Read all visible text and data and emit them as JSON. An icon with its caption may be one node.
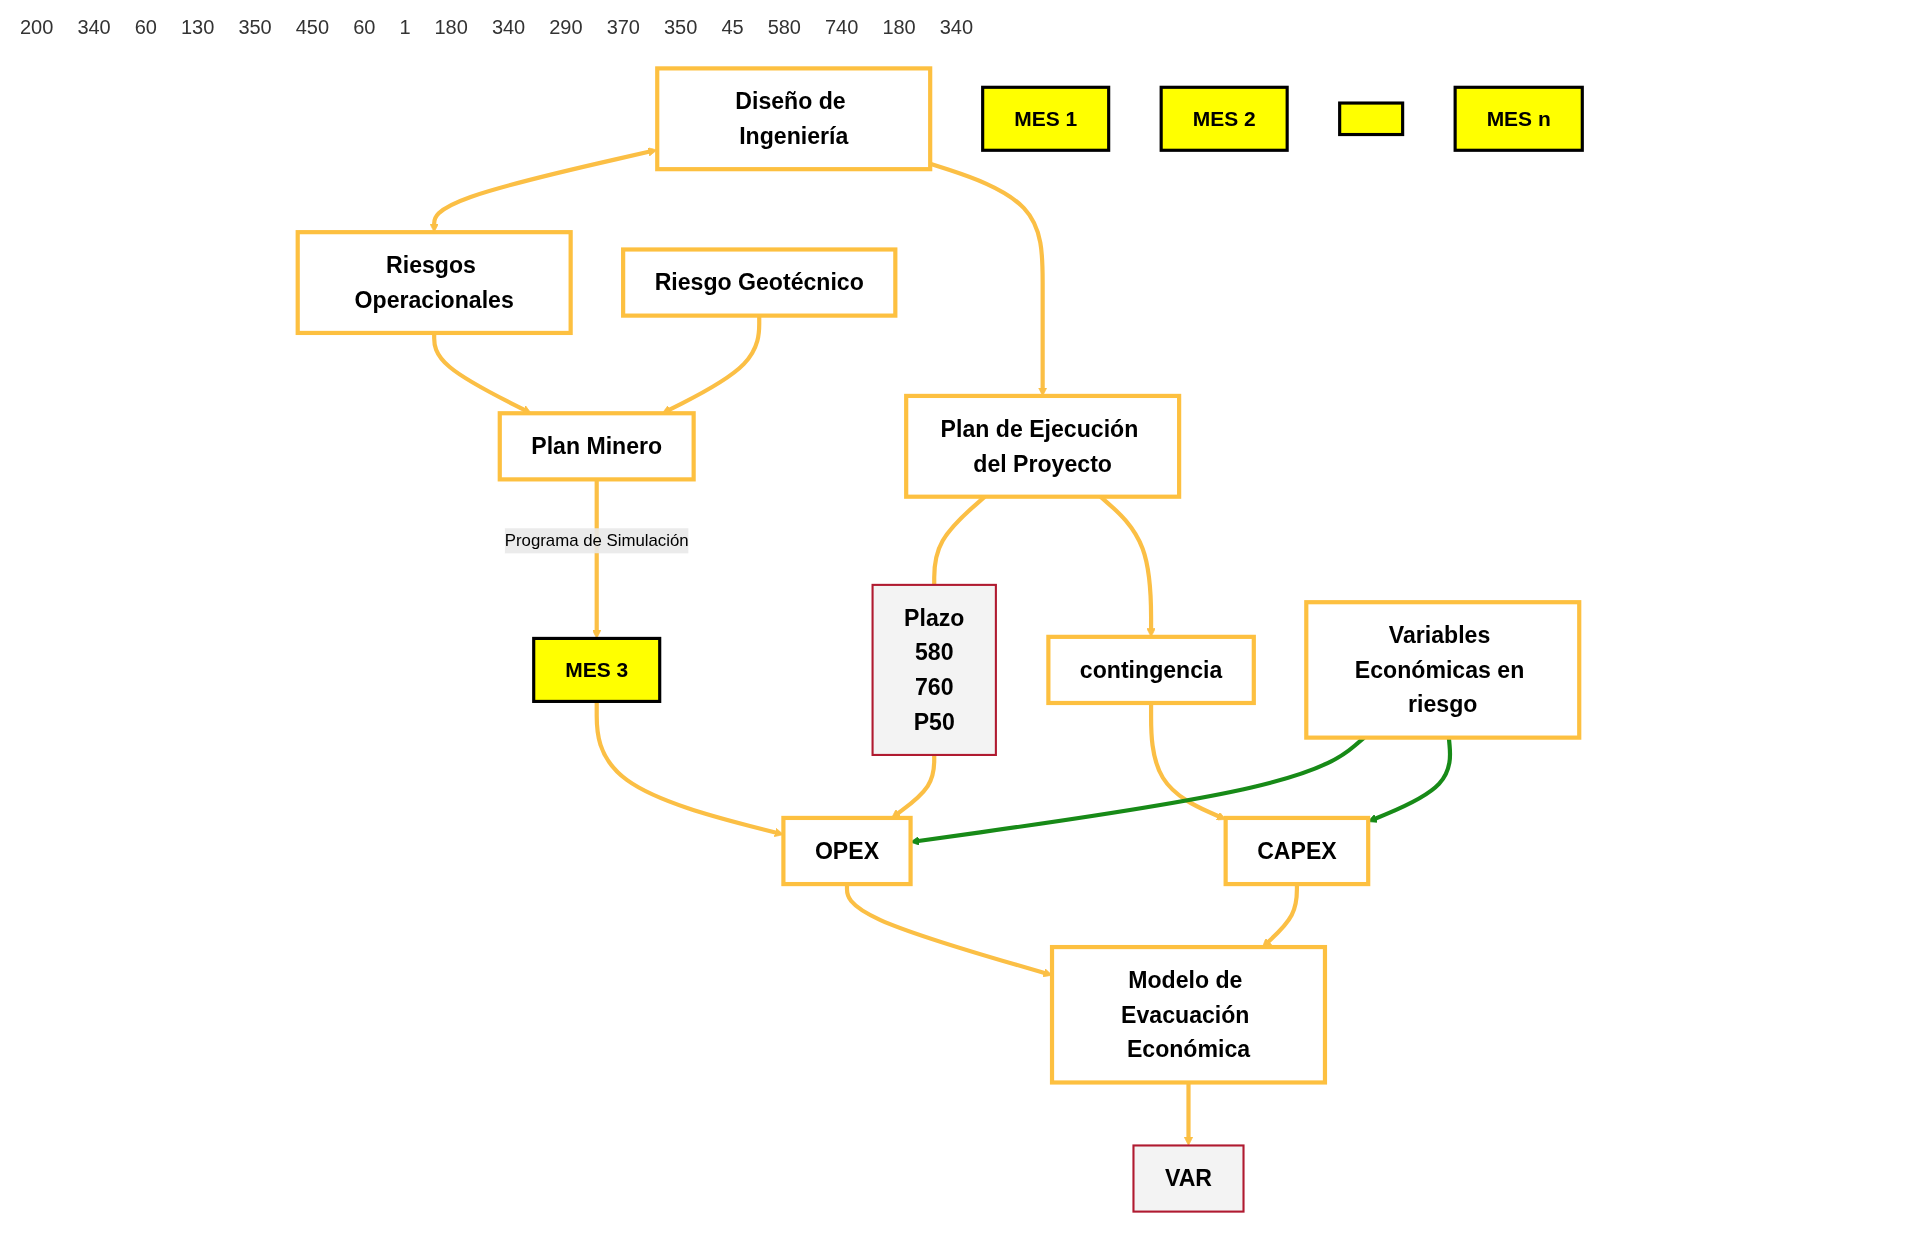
{
  "diagram": {
    "nodes": [
      {
        "text": [
          "Diseño de Ingeniería"
        ]
      },
      {
        "text": [
          "Riesgos Operacionales"
        ]
      },
      {
        "text": [
          "Riesgo Geotécnico"
        ]
      },
      {
        "text": [
          "Plan de Ejecución del Proyecto"
        ]
      },
      {
        "text": [
          "Plazo",
          "580",
          "760",
          "P50"
        ]
      },
      {
        "text": [
          "Plan Minero"
        ]
      },
      {
        "text": [
          "MES 1"
        ]
      },
      {
        "text": [
          "MES 2"
        ]
      },
      {
        "text": [
          "MES 3"
        ]
      },
      {
        "text": [],
        "shape": "box"
      },
      {
        "text": [
          "MES n"
        ]
      },
      {
        "text": [
          "contingencia"
        ]
      },
      {
        "text": [
          "Variables Económicas en riesgo"
        ]
      },
      {
        "text": [
          "OPEX"
        ]
      },
      {
        "text": [
          "CAPEX"
        ]
      },
      {
        "text": [
          "Modelo de Evacuación Económica"
        ]
      },
      {
        "text": [
          "VAR"
        ]
      }
    ],
    "edges": [
      {
        "from": 0,
        "to": 1,
        "arrow": "both"
      },
      {
        "from": 0,
        "to": 3,
        "arrow": "to"
      },
      {
        "from": 1,
        "to": 5,
        "arrow": "to"
      },
      {
        "from": 2,
        "to": 5,
        "arrow": "to"
      },
      {
        "from": 3,
        "to": 4,
        "arrow": "none"
      },
      {
        "from": 3,
        "to": 11,
        "arrow": "to"
      },
      {
        "from": 5,
        "to": 8,
        "arrow": "to",
        "label": "Programa de Simulación"
      },
      {
        "from": 4,
        "to": 13,
        "arrow": "to"
      },
      {
        "from": 8,
        "to": 13,
        "arrow": "to"
      },
      {
        "from": 11,
        "to": 14,
        "arrow": "to"
      },
      {
        "from": 12,
        "to": 13,
        "arrow": "to",
        "color": "#178a17"
      },
      {
        "from": 12,
        "to": 14,
        "arrow": "to",
        "color": "#178a17"
      },
      {
        "from": 13,
        "to": 15,
        "arrow": "to"
      },
      {
        "from": 14,
        "to": 15,
        "arrow": "to"
      },
      {
        "from": 15,
        "to": 16,
        "arrow": "to"
      }
    ],
    "labels": [
      "200",
      "340",
      "60",
      "130",
      "350",
      "450",
      "60",
      "1",
      "180",
      "340",
      "290",
      "370",
      "350",
      "45",
      "580",
      "740",
      "180",
      "340"
    ]
  }
}
